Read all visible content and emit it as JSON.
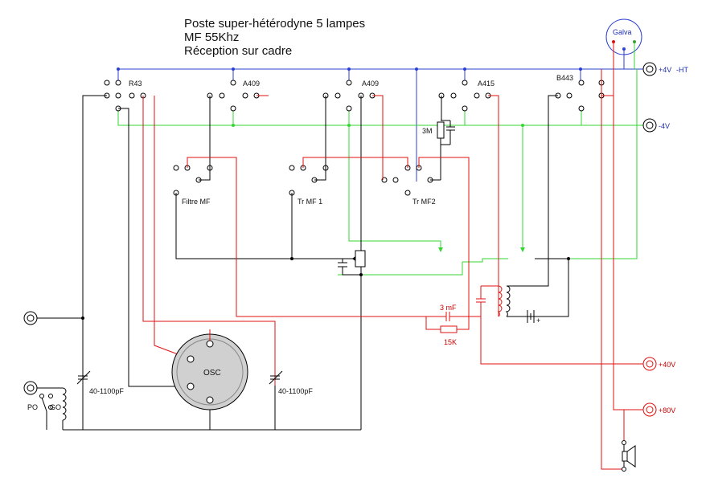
{
  "title": {
    "line1": "Poste super-hétérodyne 5 lampes",
    "line2": "MF 55Khz",
    "line3": "Réception sur cadre"
  },
  "tubes": {
    "t1": "R43",
    "t2": "A409",
    "t3": "A409",
    "t4": "A415",
    "t5": "B443"
  },
  "meter": "Galva",
  "osc": "OSC",
  "transformers": {
    "filtre": "Filtre MF",
    "mf1": "Tr MF 1",
    "mf2": "Tr MF2"
  },
  "components": {
    "r3m": "3M",
    "cap_3mf": "3 mF",
    "r15k": "15K",
    "cv_left": "40-1100pF",
    "cv_right": "40-1100pF"
  },
  "switch": {
    "po": "PO",
    "go": "GO"
  },
  "terminals": {
    "plus4": "+4V",
    "ht": "-HT",
    "minus4": "-4V",
    "plus40": "+40V",
    "plus80": "+80V"
  },
  "colors": {
    "filament": "#2b3fd0",
    "grid_bias": "#33d633",
    "plate": "#e01010",
    "ground": "#000000"
  }
}
